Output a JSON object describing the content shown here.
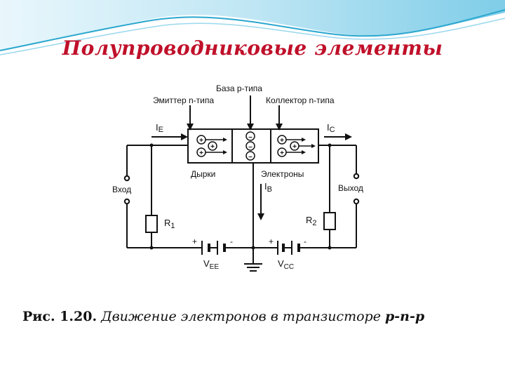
{
  "slide": {
    "title": "Полупроводниковые элементы",
    "caption": {
      "figure": "Рис. 1.20.",
      "description": "Движение электронов в транзисторе",
      "type": "p-n-p"
    }
  },
  "diagram": {
    "labels": {
      "base": "База p-типа",
      "emitter": "Эмиттер n-типа",
      "collector": "Коллектор n-типа",
      "holes": "Дырки",
      "electrons": "Электроны",
      "input": "Вход",
      "output": "Выход",
      "ie": "I",
      "ie_sub": "E",
      "ic": "I",
      "ic_sub": "C",
      "ib": "I",
      "ib_sub": "B",
      "r1": "R",
      "r1_sub": "1",
      "r2": "R",
      "r2_sub": "2",
      "vee": "V",
      "vee_sub": "EE",
      "vcc": "V",
      "vcc_sub": "CC",
      "plus": "+",
      "minus": "-"
    },
    "colors": {
      "title": "#c0102a",
      "line": "#111111",
      "wave_light": "#bfe6f4",
      "wave_dark": "#2aa7cf"
    }
  }
}
